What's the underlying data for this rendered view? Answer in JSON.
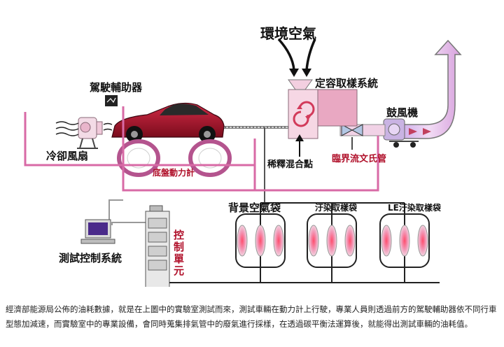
{
  "labels": {
    "ambient_air": "環境空氣",
    "cvs_system": "定容取樣系統",
    "driver_aid": "駕駛輔助器",
    "blower": "鼓風機",
    "cooling_fan": "冷卻風扇",
    "dyno": "底盤動力計",
    "dilution_point": "稀釋混合點",
    "venturi": "臨界流文氏管",
    "background_bags": "背景空氣袋",
    "sample_bags": "汙染取樣袋",
    "le_sample_bags": "LE汙染取樣袋",
    "control_unit": "控制單元",
    "test_control_system": "測試控制系統"
  },
  "caption": "經濟部能源局公佈的油耗數據，就是在上圖中的實驗室測試而來，測試車輛在動力計上行駛，專業人員則透過前方的駕駛輔助器依不同行車型態加減速，而實驗室中的專業設備，會同時蒐集排氣管中的廢氣進行採樣，在透過碳平衡法運算後，就能得出測試車輛的油耗值。",
  "colors": {
    "accent_pink": "#d86aa6",
    "bag_pink": "#e77aa0",
    "car_red": "#b3122a",
    "label_red": "#b0102a"
  }
}
